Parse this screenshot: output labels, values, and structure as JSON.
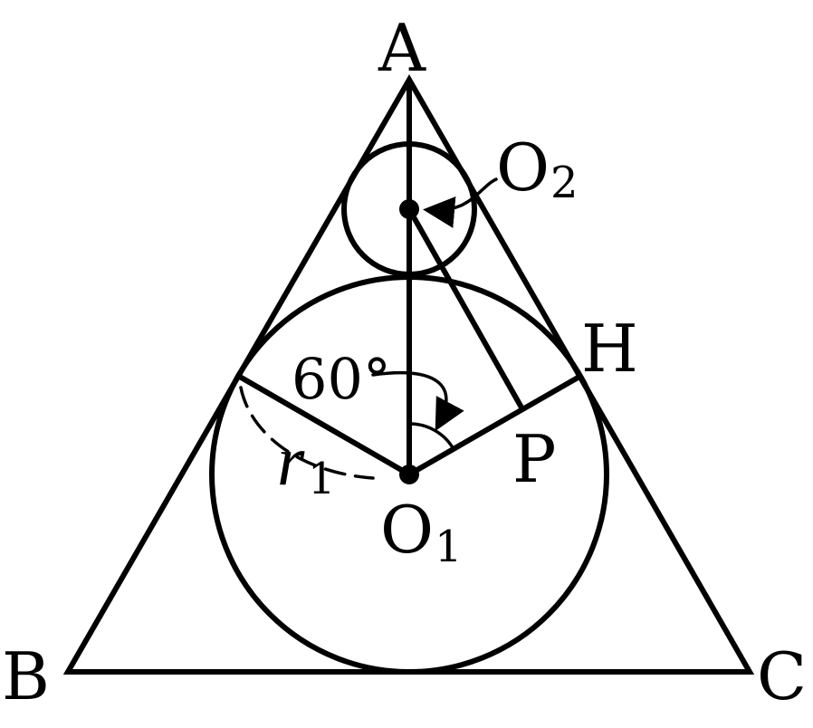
{
  "points": {
    "A": "A",
    "B": "B",
    "C": "C",
    "H": "H",
    "P": "P"
  },
  "centers": {
    "o1": {
      "letter": "O",
      "subscript": "1"
    },
    "o2": {
      "letter": "O",
      "subscript": "2"
    }
  },
  "radius_label": {
    "letter": "r",
    "subscript": "1"
  },
  "angle_label": "60°",
  "colors": {
    "ink": "#000000",
    "background": "#ffffff"
  }
}
